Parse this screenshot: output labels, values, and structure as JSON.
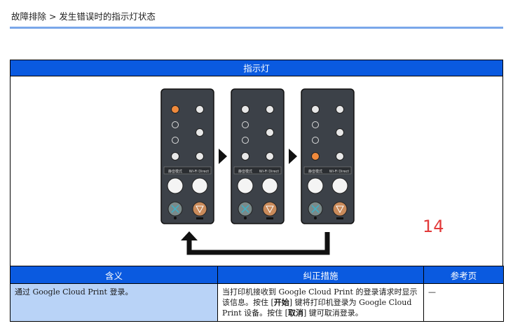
{
  "breadcrumb": "故障排除 > 发生错误时的指示灯状态",
  "panel_title": "指示灯",
  "figure_number": "14",
  "panels": [
    {
      "top_left_lamp": "orange",
      "bottom_left_lamp": "off"
    },
    {
      "top_left_lamp": "off",
      "bottom_left_lamp": "off"
    },
    {
      "top_left_lamp": "off",
      "bottom_left_lamp": "orange"
    }
  ],
  "panel_labels": {
    "left": "静音模式",
    "right": "Wi-Fi Direct"
  },
  "colors": {
    "header_blue": "#0a5ae0",
    "rule_blue": "#7aa7ea",
    "meaning_bg": "#b9d3f7",
    "lamp_orange": "#f08a3c",
    "figure_number": "#e23a3a"
  },
  "table": {
    "headers": [
      "含义",
      "纠正措施",
      "参考页"
    ],
    "row": {
      "meaning": "通过 Google Cloud Print 登录。",
      "remedy_parts": [
        "当打印机接收到 Google Cloud Print 的登录请求时显示该信息。按住 [",
        "开始",
        "] 键将打印机登录为 Google Cloud Print 设备。按住 [",
        "取消",
        "] 键可取消登录。"
      ],
      "reference": "—"
    }
  }
}
